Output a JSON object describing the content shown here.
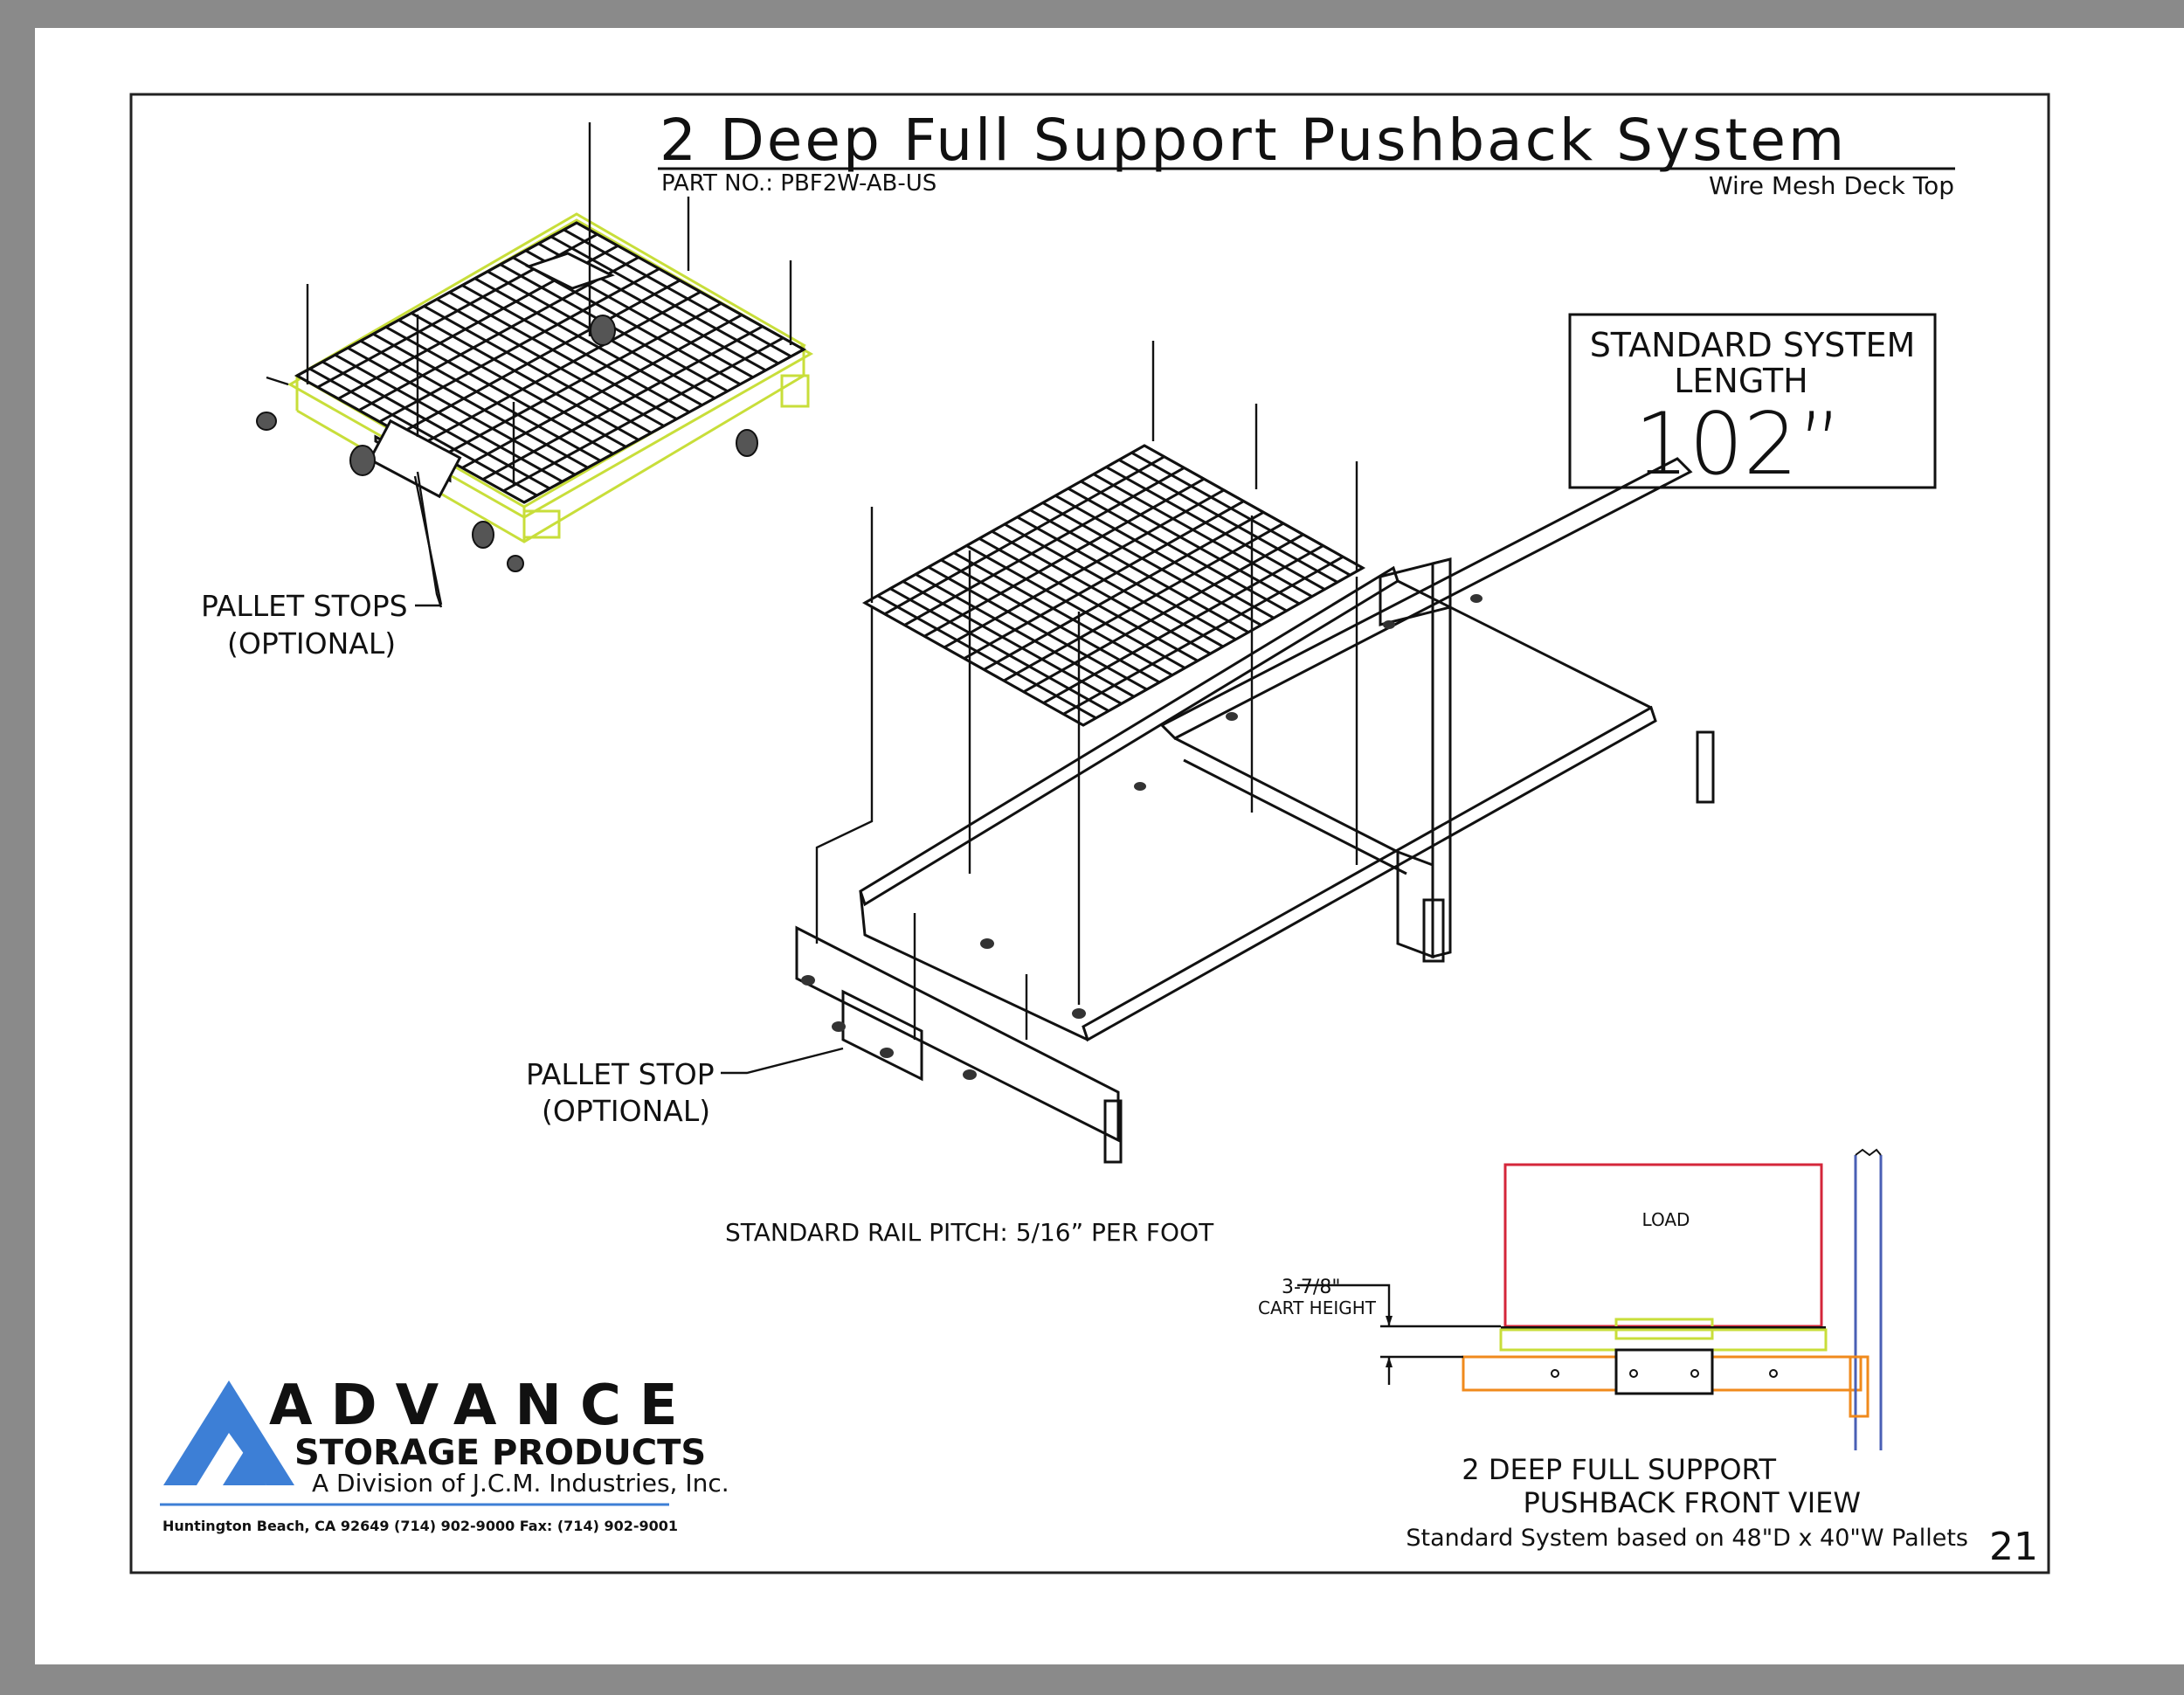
{
  "title": "2 Deep Full Support Pushback System",
  "part_no": "PART NO.: PBF2W-AB-US",
  "subtitle": "Wire Mesh Deck Top",
  "system_box": {
    "line1": "STANDARD SYSTEM",
    "line2": "LENGTH",
    "value": "102”"
  },
  "callouts": {
    "pallet_stops": "PALLET STOPS",
    "pallet_stops_optional": "(OPTIONAL)",
    "pallet_stop": "PALLET STOP",
    "pallet_stop_optional": "(OPTIONAL)"
  },
  "rail_pitch": "STANDARD RAIL PITCH: 5/16” PER FOOT",
  "front_view": {
    "load": "LOAD",
    "cart_height_value": "3-7/8\"",
    "cart_height_label": "CART HEIGHT",
    "title1": "2 DEEP FULL SUPPORT",
    "title2": "PUSHBACK FRONT VIEW"
  },
  "pallet_note": "Standard System based on 48\"D x 40\"W Pallets",
  "page_number": "21",
  "company": {
    "name1": "ADVANCE",
    "name2": "STORAGE PRODUCTS",
    "division": "A Division of J.C.M. Industries, Inc.",
    "contact": "Huntington Beach, CA 92649 (714) 902-9000 Fax: (714) 902-9001",
    "logo_color": "#3d7fd6"
  },
  "colors": {
    "highlight_yellow": "#c8de3a",
    "load_red": "#d4263a",
    "rail_orange": "#f08a1c",
    "upright_blue": "#4a5fb5"
  }
}
